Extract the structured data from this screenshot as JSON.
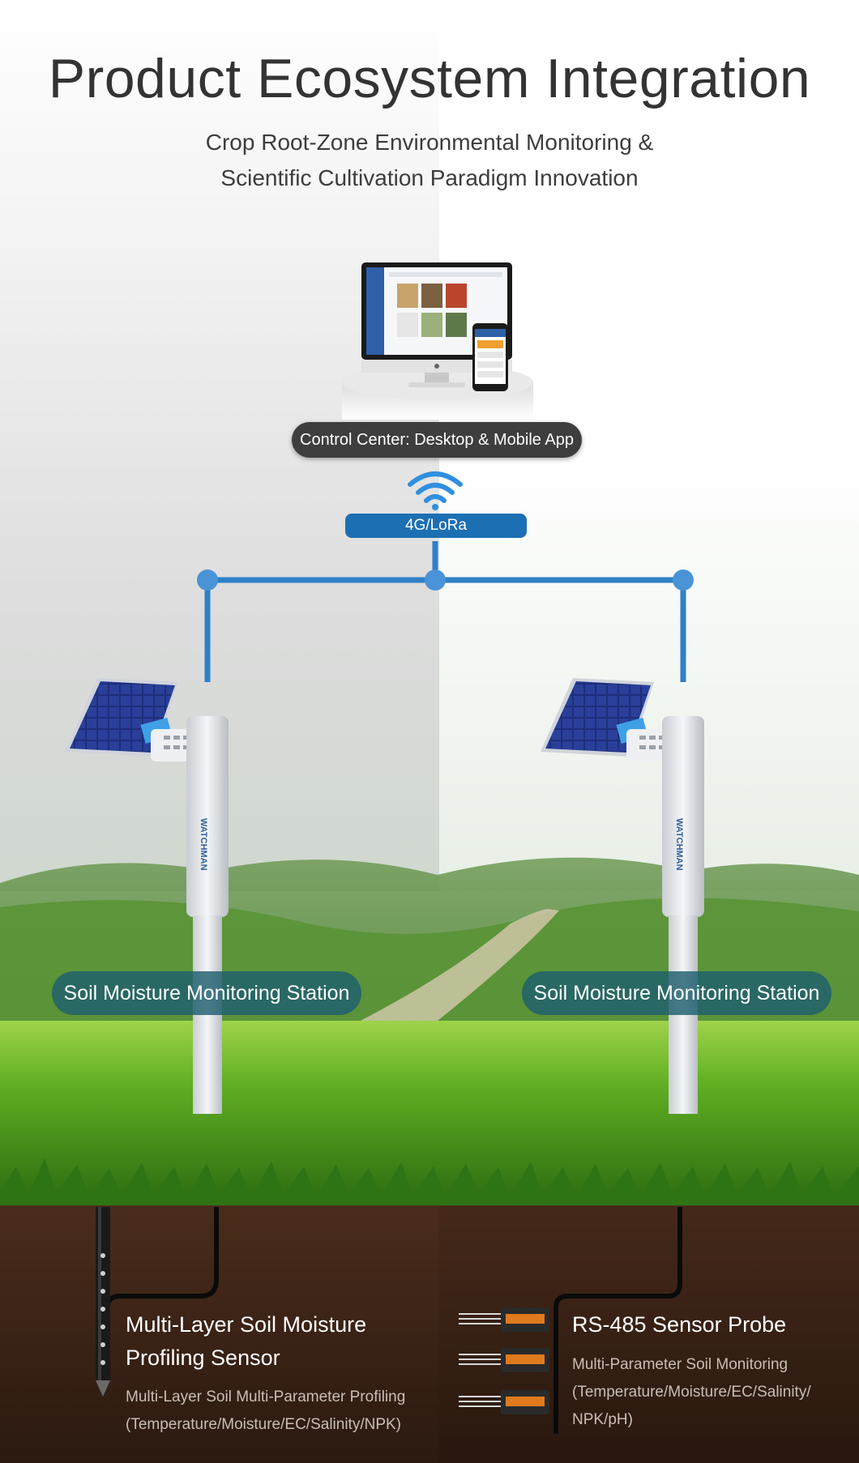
{
  "header": {
    "title": "Product Ecosystem Integration",
    "subtitle_line1": "Crop Root-Zone Environmental Monitoring &",
    "subtitle_line2": "Scientific Cultivation Paradigm Innovation"
  },
  "control_center": {
    "label": "Control Center: Desktop & Mobile App"
  },
  "network": {
    "label": "4G/LoRa"
  },
  "stations": [
    {
      "label": "Soil Moisture Monitoring Station",
      "brand": "WATCHMAN"
    },
    {
      "label": "Soil Moisture Monitoring Station",
      "brand": "WATCHMAN"
    }
  ],
  "sensors": [
    {
      "title_line1": "Multi-Layer Soil Moisture",
      "title_line2": "Profiling Sensor",
      "desc_line1": "Multi-Layer Soil Multi-Parameter Profiling",
      "desc_line2": "(Temperature/Moisture/EC/Salinity/NPK)"
    },
    {
      "title_line1": "RS-485 Sensor Probe",
      "desc_line1": "Multi-Parameter Soil Monitoring",
      "desc_line2": "(Temperature/Moisture/EC/Salinity/",
      "desc_line3": "NPK/pH)"
    }
  ],
  "colors": {
    "link_blue": "#2f7fc8",
    "network_pill": "#1c6fb3",
    "station_pill": "#1e5f6e",
    "soil": "#3b2418",
    "grass": "#4f9a1f"
  },
  "icons": {
    "wireless": "wifi-icon",
    "monitor": "desktop-monitor-icon",
    "phone": "smartphone-icon",
    "solar": "solar-panel-icon"
  }
}
